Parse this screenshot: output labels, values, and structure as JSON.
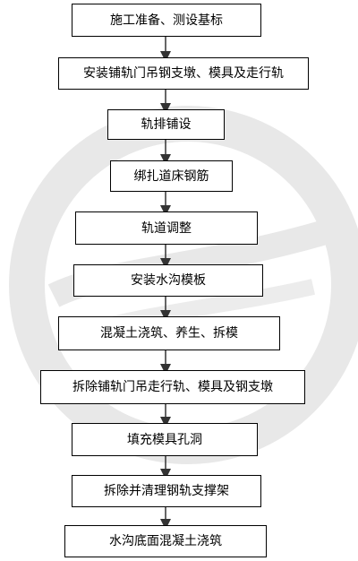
{
  "flowchart": {
    "steps": [
      {
        "label": "施工准备、测设基标"
      },
      {
        "label": "安装铺轨门吊钢支墩、模具及走行轨"
      },
      {
        "label": "轨排铺设"
      },
      {
        "label": "绑扎道床钢筋"
      },
      {
        "label": "轨道调整"
      },
      {
        "label": "安装水沟模板"
      },
      {
        "label": "混凝土浇筑、养生、拆模"
      },
      {
        "label": "拆除铺轨门吊走行轨、模具及钢支墩"
      },
      {
        "label": "填充模具孔洞"
      },
      {
        "label": "拆除并清理钢轨支撑架"
      },
      {
        "label": "水沟底面混凝土浇筑"
      }
    ],
    "colors": {
      "box_border": "#000000",
      "box_fill": "#ffffff",
      "arrow": "#333333",
      "watermark": "#e6e6e6"
    },
    "watermark_icon": "circular-logo-watermark"
  }
}
